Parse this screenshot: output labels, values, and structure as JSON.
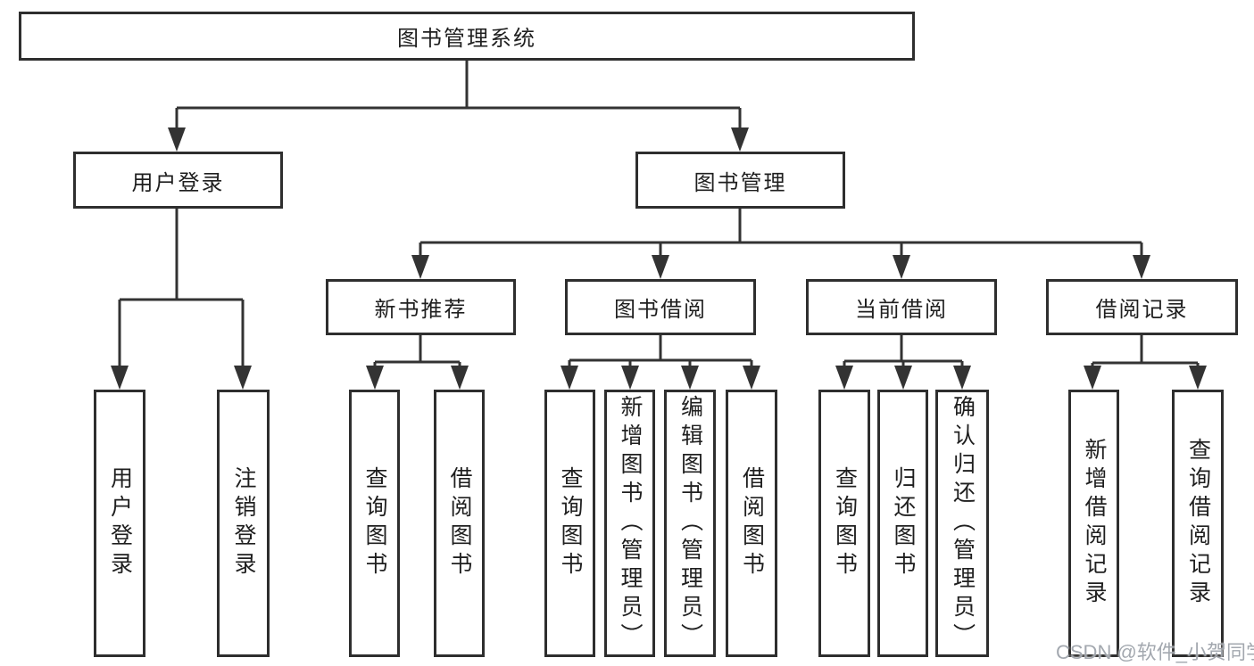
{
  "tree": {
    "label": "图书管理系统",
    "children": [
      {
        "label": "用户登录",
        "children": [
          {
            "label": "用户登录"
          },
          {
            "label": "注销登录"
          }
        ]
      },
      {
        "label": "图书管理",
        "children": [
          {
            "label": "新书推荐",
            "children": [
              {
                "label": "查询图书"
              },
              {
                "label": "借阅图书"
              }
            ]
          },
          {
            "label": "图书借阅",
            "children": [
              {
                "label": "查询图书"
              },
              {
                "label": "新增图书（管理员）"
              },
              {
                "label": "编辑图书（管理员）"
              },
              {
                "label": "借阅图书"
              }
            ]
          },
          {
            "label": "当前借阅",
            "children": [
              {
                "label": "查询图书"
              },
              {
                "label": "归还图书"
              },
              {
                "label": "确认归还（管理员）"
              }
            ]
          },
          {
            "label": "借阅记录",
            "children": [
              {
                "label": "新增借阅记录"
              },
              {
                "label": "查询借阅记录"
              }
            ]
          }
        ]
      }
    ]
  },
  "watermark": {
    "text": "CSDN @软件_小贺同学"
  },
  "colors": {
    "line": "#333333",
    "box_border": "#2e2e2e",
    "text": "#1f1f1f",
    "background": "#ffffff",
    "watermark": "#9ea3ab"
  }
}
